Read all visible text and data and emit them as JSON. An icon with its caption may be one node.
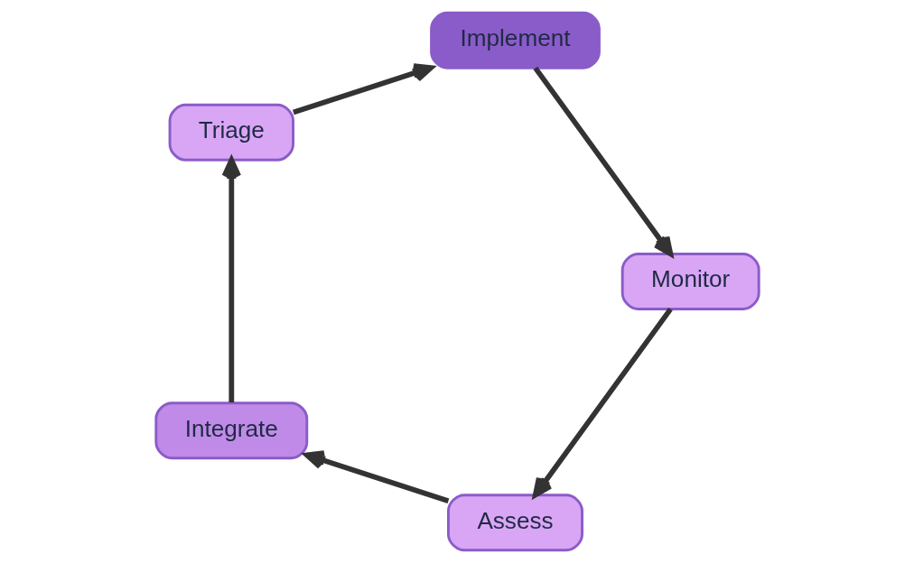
{
  "diagram": {
    "nodes": [
      {
        "text": [
          "Assess"
        ]
      },
      {
        "text": [
          "Integrate"
        ]
      },
      {
        "text": [
          "Triage"
        ]
      },
      {
        "text": [
          "Implement"
        ]
      },
      {
        "text": [
          "Monitor"
        ]
      }
    ],
    "edges": [
      {
        "from": 4,
        "to": 0,
        "arrow": "to"
      },
      {
        "from": 0,
        "to": 1,
        "arrow": "to"
      },
      {
        "from": 1,
        "to": 2,
        "arrow": "to"
      },
      {
        "from": 2,
        "to": 3,
        "arrow": "to"
      },
      {
        "from": 3,
        "to": 4,
        "arrow": "to"
      }
    ]
  }
}
